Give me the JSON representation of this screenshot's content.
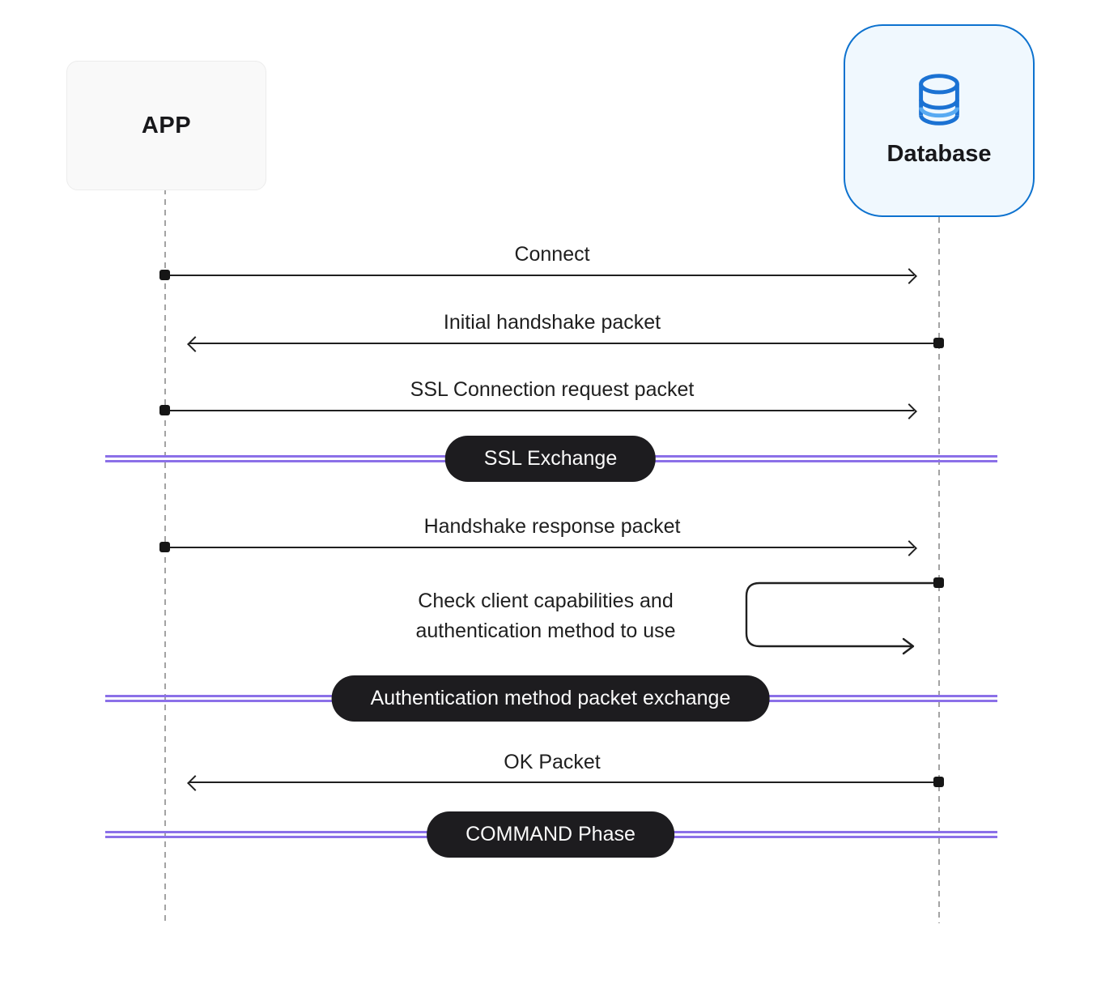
{
  "actors": {
    "app": {
      "label": "APP"
    },
    "database": {
      "label": "Database"
    }
  },
  "messages": {
    "connect": {
      "label": "Connect",
      "from": "app",
      "to": "database"
    },
    "initial_handshake": {
      "label": "Initial handshake packet",
      "from": "database",
      "to": "app"
    },
    "ssl_request": {
      "label": "SSL Connection request packet",
      "from": "app",
      "to": "database"
    },
    "handshake_response": {
      "label": "Handshake response packet",
      "from": "app",
      "to": "database"
    },
    "self_check": {
      "line1": "Check client capabilities and",
      "line2": "authentication method to use",
      "actor": "database"
    },
    "ok_packet": {
      "label": "OK Packet",
      "from": "database",
      "to": "app"
    }
  },
  "phases": {
    "ssl_exchange": {
      "label": "SSL Exchange"
    },
    "auth_exchange": {
      "label": "Authentication method packet exchange"
    },
    "command_phase": {
      "label": "COMMAND Phase"
    }
  },
  "colors": {
    "phase_line": "#8b70e8",
    "pill_background": "#1d1c1f",
    "pill_text": "#fafafa",
    "database_border": "#0d72cf",
    "database_fill": "#f0f8fe",
    "icon_dark_blue": "#1b72d3",
    "icon_light_blue": "#58aaf2",
    "arrow": "#202020",
    "lifeline": "#a3a3a3",
    "app_box_fill": "#f9f9f9"
  }
}
